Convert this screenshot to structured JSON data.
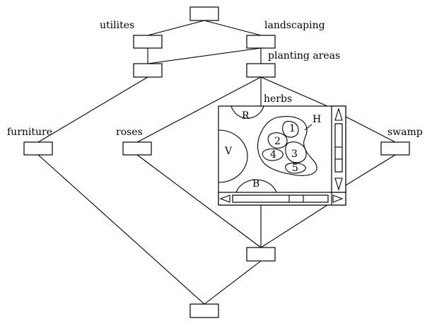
{
  "nodes": {
    "root": {
      "label": ""
    },
    "utilites": {
      "label": "utilites"
    },
    "landscaping": {
      "label": "landscaping"
    },
    "utilites_child": {
      "label": ""
    },
    "planting_areas": {
      "label": "planting areas"
    },
    "furniture": {
      "label": "furniture"
    },
    "roses": {
      "label": "roses"
    },
    "swamp": {
      "label": "swamp"
    },
    "herbs": {
      "label": "herbs"
    },
    "merge": {
      "label": ""
    },
    "bottom": {
      "label": ""
    }
  },
  "herbs_view": {
    "regions": {
      "R": "R",
      "V": "V",
      "B": "B",
      "H": "H"
    },
    "plots": [
      "1",
      "2",
      "3",
      "4",
      "5"
    ]
  },
  "colors": {
    "line": "#000000",
    "background": "#ffffff"
  },
  "icons": {
    "scroll_up": "triangle-up-icon",
    "scroll_down": "triangle-down-icon",
    "scroll_left": "triangle-left-icon",
    "scroll_right": "triangle-right-icon"
  }
}
